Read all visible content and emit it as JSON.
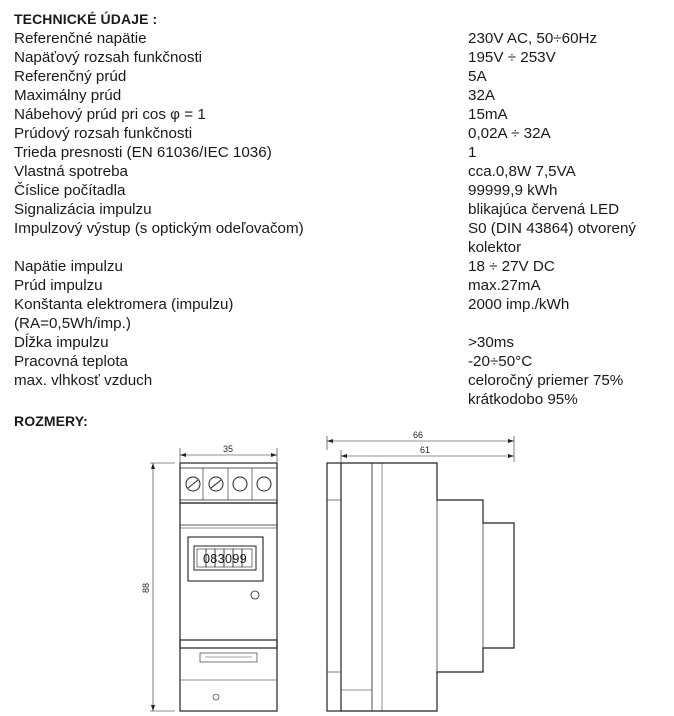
{
  "title_tech": "TECHNICKÉ ÚDAJE        :",
  "specs": [
    {
      "label": "Referenčné napätie",
      "value": "230V AC, 50÷60Hz"
    },
    {
      "label": "Napäťový rozsah funkčnosti",
      "value": "195V ÷ 253V"
    },
    {
      "label": "Referenčný prúd",
      "value": "5A"
    },
    {
      "label": "Maximálny prúd",
      "value": "32A"
    },
    {
      "label": "Nábehový prúd pri cos φ = 1",
      "value": "15mA"
    },
    {
      "label": "Prúdový rozsah funkčnosti",
      "value": "0,02A ÷ 32A"
    },
    {
      "label": "Trieda presnosti (EN 61036/IEC 1036)",
      "value": " 1"
    },
    {
      "label": "Vlastná spotreba",
      "value": "cca.0,8W  7,5VA"
    },
    {
      "label": "Číslice počítadla",
      "value": "99999,9 kWh"
    },
    {
      "label": "Signalizácia impulzu",
      "value": "blikajúca červená LED"
    },
    {
      "label": "Impulzový výstup (s optickým odeľovačom)",
      "value": "S0 (DIN 43864) otvorený",
      "value2": "kolektor"
    },
    {
      "label": "Napätie impulzu",
      "value": "18 ÷ 27V DC"
    },
    {
      "label": "Prúd impulzu",
      "value": "max.27mA"
    },
    {
      "label": "Konštanta elektromera (impulzu)",
      "value": "2000 imp./kWh",
      "label2": "(RA=0,5Wh/imp.)"
    },
    {
      "label": "Dĺžka impulzu",
      "value": ">30ms"
    },
    {
      "label": "Pracovná teplota",
      "value": "-20÷50°C"
    },
    {
      "label": "max. vlhkosť vzduch",
      "value": "celoročný priemer 75%",
      "value2": "krátkodobo 95%"
    }
  ],
  "title_rozmery": "ROZMERY:",
  "drawing": {
    "front_width": "35",
    "front_height": "88",
    "side_width_total": "66",
    "side_width_inner": "61",
    "counter_display": "083099"
  }
}
